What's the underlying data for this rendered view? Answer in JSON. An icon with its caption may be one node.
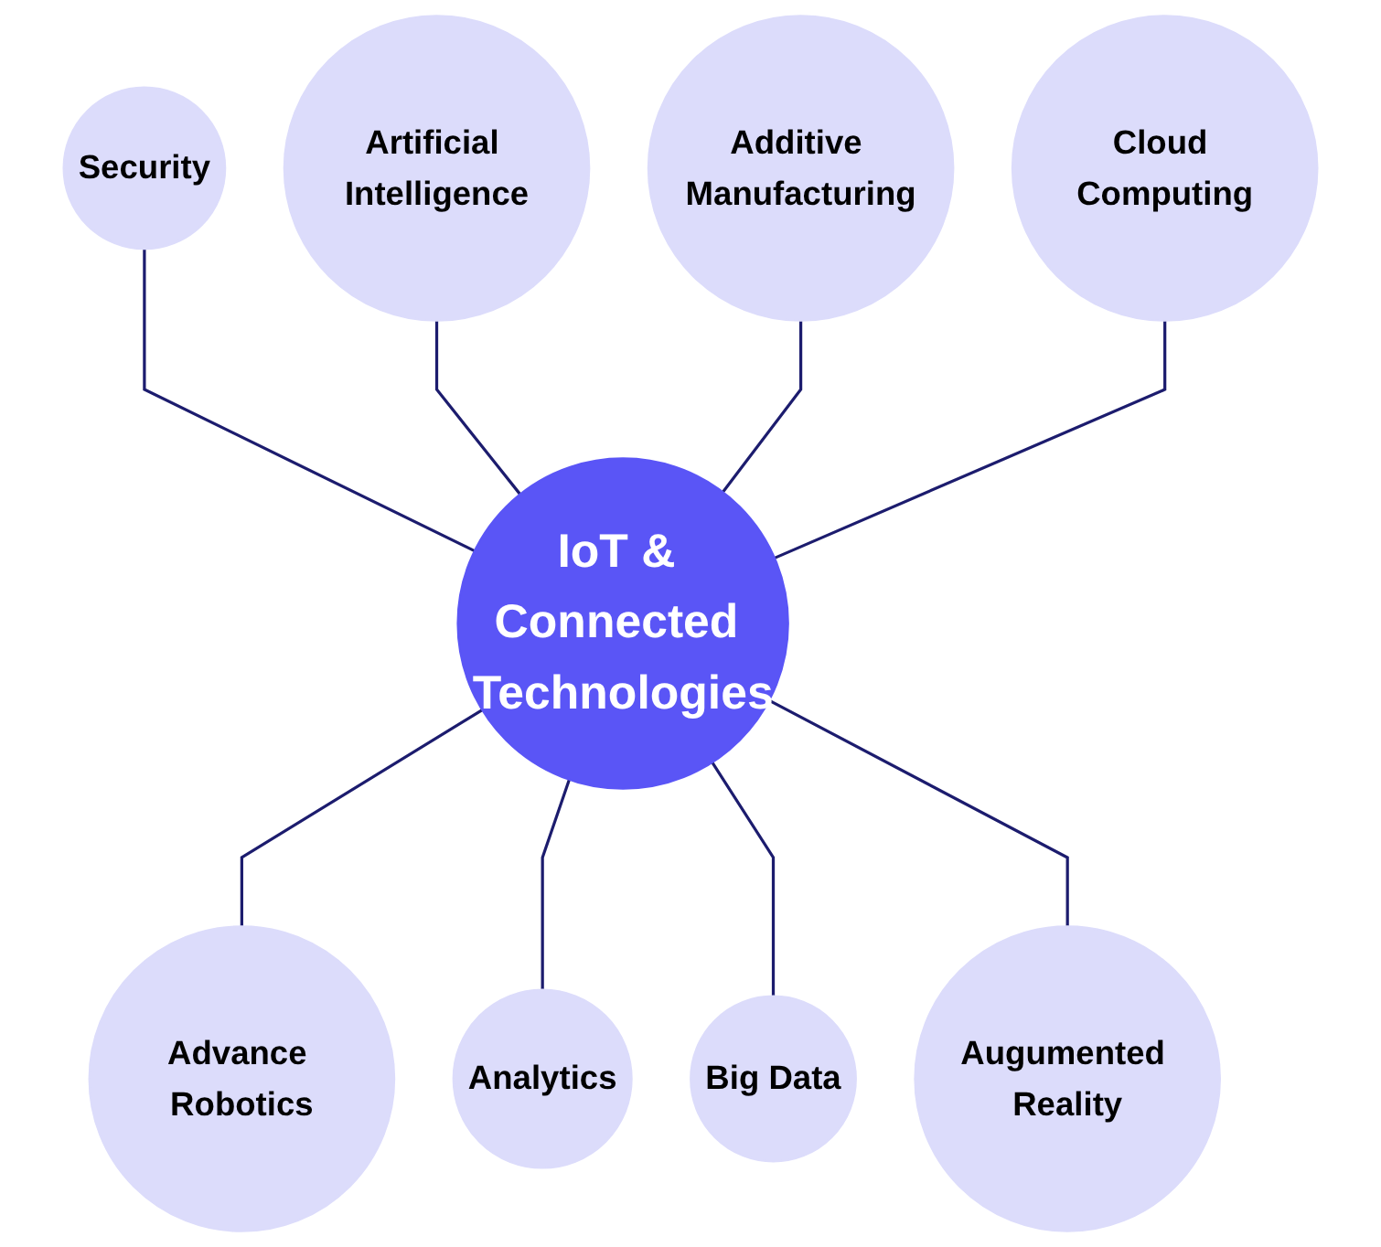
{
  "diagram": {
    "nodes": [
      {
        "text": [
          "Security"
        ]
      },
      {
        "text": [
          "Artificial Intelligence"
        ]
      },
      {
        "text": [
          "Additive Manufacturing"
        ]
      },
      {
        "text": [
          "Cloud Computing"
        ]
      },
      {
        "text": [
          "IoT & Connected Technologies"
        ]
      },
      {
        "text": [
          "Advance Robotics"
        ]
      },
      {
        "text": [
          "Analytics"
        ]
      },
      {
        "text": [
          "Big Data"
        ]
      },
      {
        "text": [
          "Augumented Reality"
        ]
      }
    ],
    "edges": [
      {
        "from": 0,
        "to": 4,
        "arrow": "none"
      },
      {
        "from": 1,
        "to": 4,
        "arrow": "none"
      },
      {
        "from": 2,
        "to": 4,
        "arrow": "none"
      },
      {
        "from": 3,
        "to": 4,
        "arrow": "none"
      },
      {
        "from": 4,
        "to": 5,
        "arrow": "none"
      },
      {
        "from": 4,
        "to": 6,
        "arrow": "none"
      },
      {
        "from": 4,
        "to": 7,
        "arrow": "none"
      },
      {
        "from": 4,
        "to": 8,
        "arrow": "none"
      }
    ]
  }
}
